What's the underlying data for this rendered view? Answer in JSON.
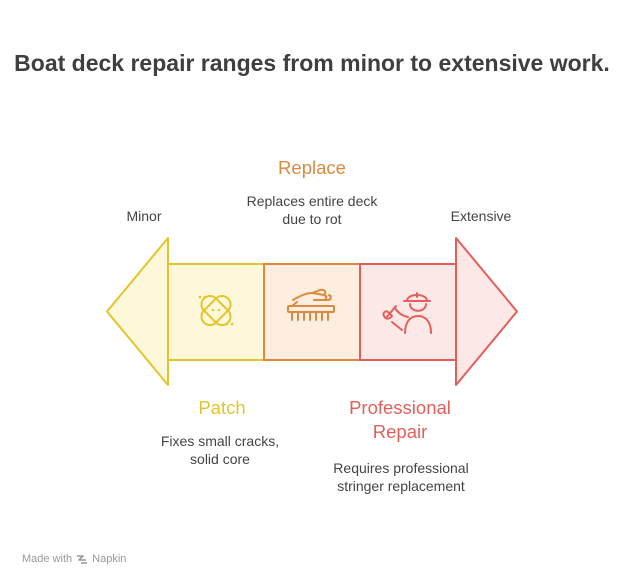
{
  "title": "Boat deck repair ranges from minor to extensive work.",
  "ends": {
    "left": "Minor",
    "right": "Extensive"
  },
  "stages": [
    {
      "heading": "Patch",
      "description": "Fixes small cracks, solid core",
      "icon": "bandage-icon",
      "color": "#e3c52b"
    },
    {
      "heading": "Replace",
      "description": "Replaces entire deck due to rot",
      "icon": "brush-hand-icon",
      "color": "#dc8a3f"
    },
    {
      "heading": "Professional Repair",
      "description": "Requires professional stringer replacement",
      "icon": "worker-icon",
      "color": "#e35f5c"
    }
  ],
  "footer": {
    "text": "Made with",
    "brand": "Napkin"
  }
}
